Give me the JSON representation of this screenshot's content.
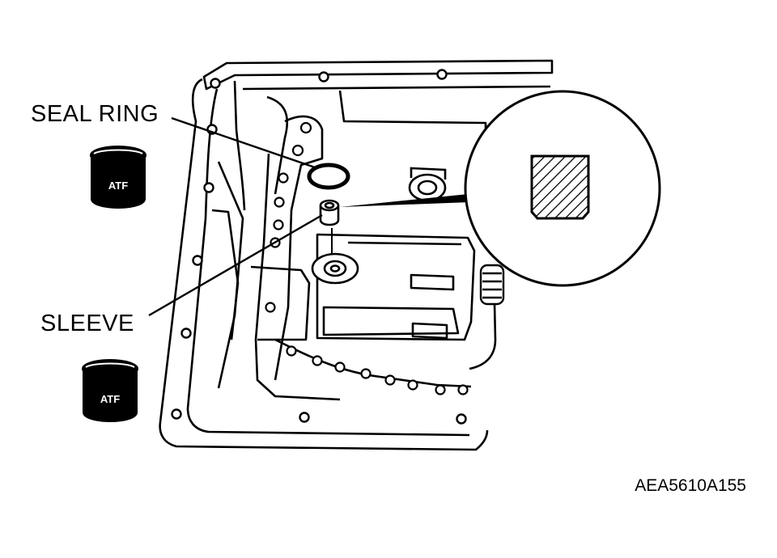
{
  "callouts": {
    "seal_ring": "SEAL RING",
    "sleeve": "SLEEVE"
  },
  "containers": {
    "upper_label": "ATF",
    "lower_label": "ATF"
  },
  "figure_code": "AEA5610A155",
  "colors": {
    "ink": "#000000",
    "paper": "#ffffff"
  }
}
